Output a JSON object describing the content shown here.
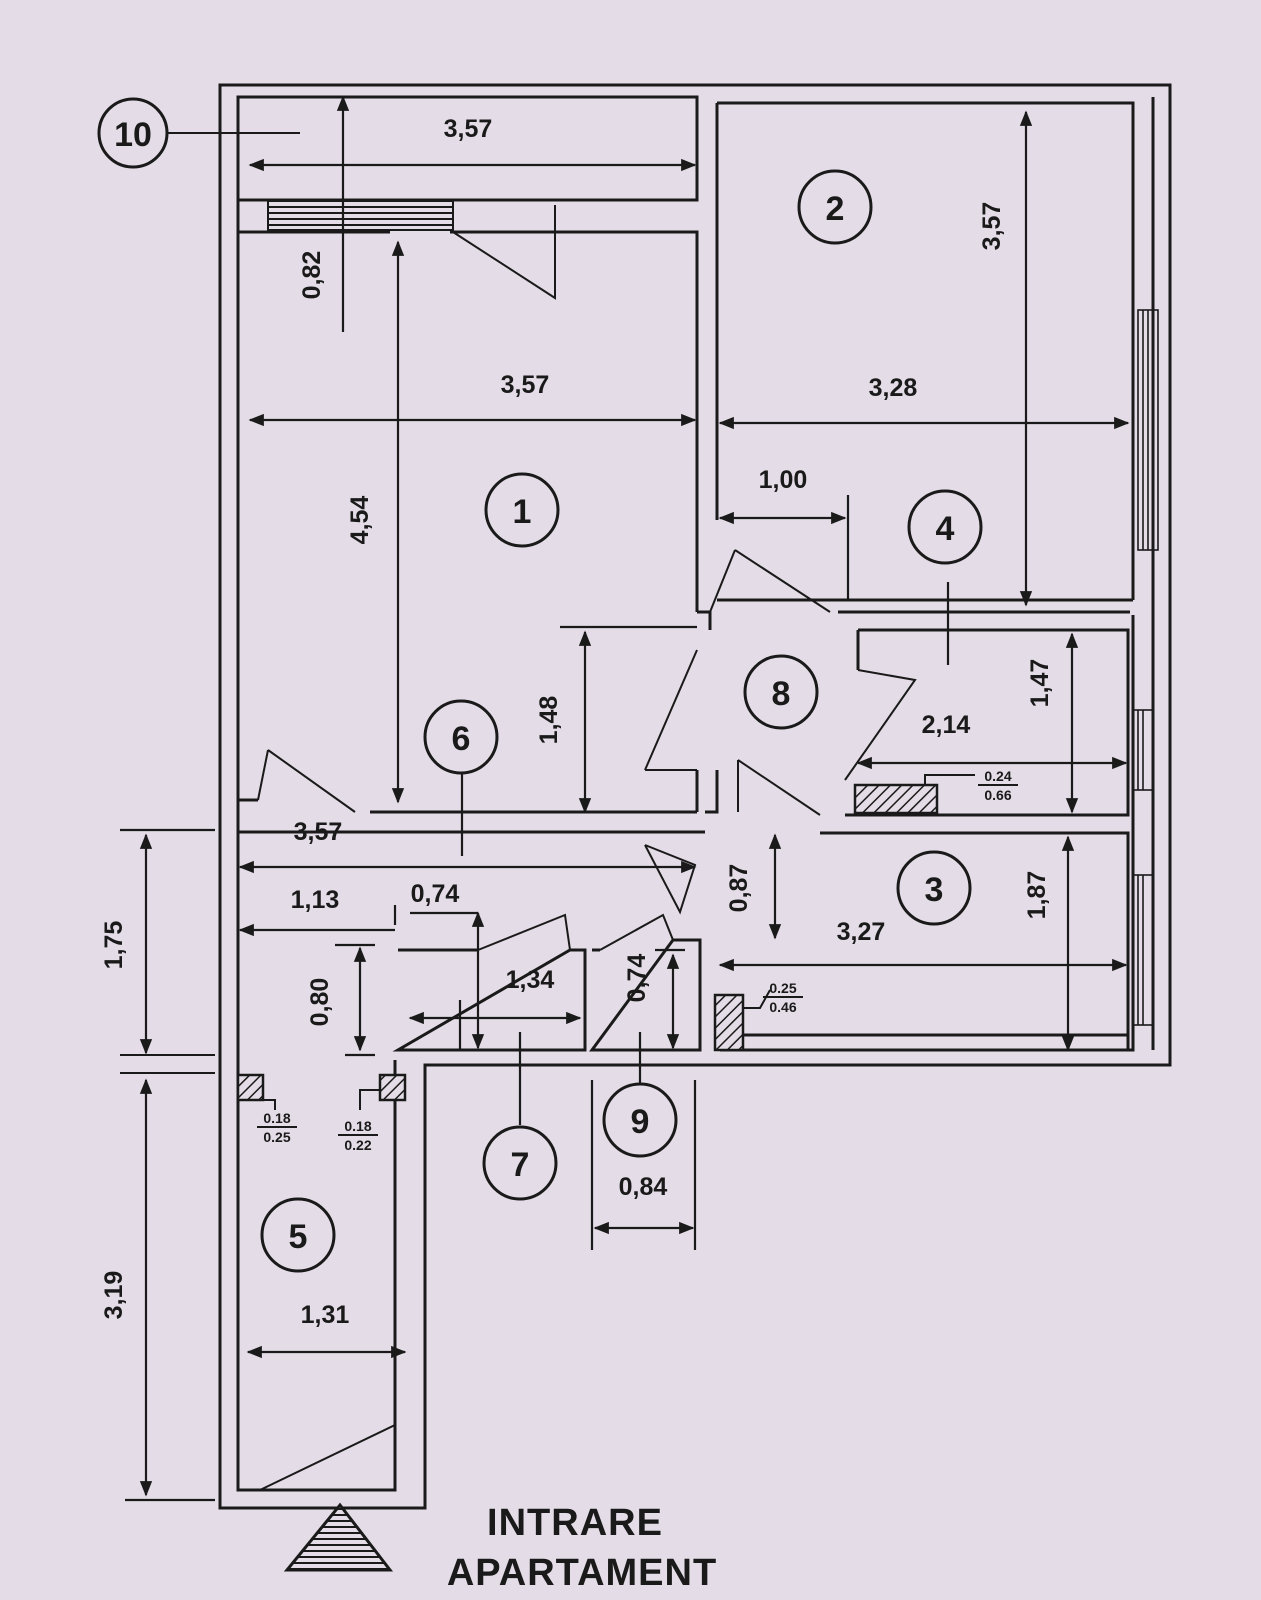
{
  "rooms": [
    {
      "number": "1"
    },
    {
      "number": "2"
    },
    {
      "number": "3"
    },
    {
      "number": "4"
    },
    {
      "number": "5"
    },
    {
      "number": "6"
    },
    {
      "number": "7"
    },
    {
      "number": "8"
    },
    {
      "number": "9"
    },
    {
      "number": "10"
    }
  ],
  "dimensions": {
    "balcony_width": "3,57",
    "balcony_depth": "0,82",
    "room1_width": "3,57",
    "room1_length": "4,54",
    "room1_nook": "1,48",
    "room2_width": "3,28",
    "room2_length": "3,57",
    "room4_offset": "1,00",
    "room4_width": "2,14",
    "room4_depth": "1,47",
    "hall_width": "3,57",
    "hall_depth_left": "1,75",
    "d_1_13": "1,13",
    "d_0_74_top": "0,74",
    "d_0_80": "0,80",
    "room7_width": "1,34",
    "room9_depth": "0,74",
    "d_0_87": "0,87",
    "room3_width": "3,27",
    "room3_depth": "1,87",
    "room9_width": "0,84",
    "room5_width": "1,31",
    "room5_length": "3,19"
  },
  "ducts": [
    {
      "top": "0.24",
      "bottom": "0.66"
    },
    {
      "top": "0.25",
      "bottom": "0.46"
    },
    {
      "top": "0.18",
      "bottom": "0.25"
    },
    {
      "top": "0.18",
      "bottom": "0.22"
    }
  ],
  "entrance": {
    "line1": "INTRARE",
    "line2": "APARTAMENT"
  }
}
